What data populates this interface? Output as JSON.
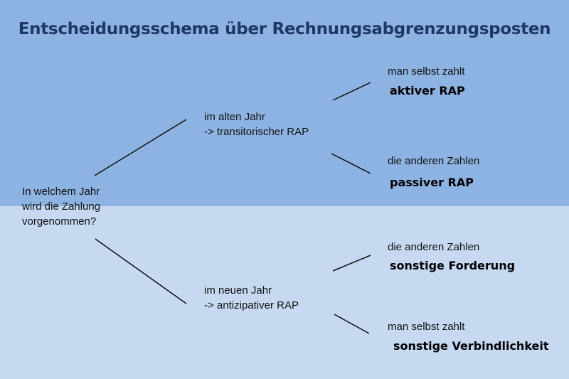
{
  "title": "Entscheidungsschema über Rechnungsabgrenzungsposten",
  "root": {
    "line1": "In welchem Jahr",
    "line2": "wird die Zahlung",
    "line3": "vorgenommen?"
  },
  "old_year": {
    "line1": "im alten Jahr",
    "line2": "-> transitorischer RAP",
    "branches": [
      {
        "condition": "man selbst zahlt",
        "result": "aktiver RAP"
      },
      {
        "condition": "die anderen Zahlen",
        "result": "passiver RAP"
      }
    ]
  },
  "new_year": {
    "line1": "im neuen Jahr",
    "line2": "-> antizipativer RAP",
    "branches": [
      {
        "condition": "die anderen Zahlen",
        "result": "sonstige Forderung"
      },
      {
        "condition": "man selbst zahlt",
        "result": "sonstige Verbindlichkeit"
      }
    ]
  },
  "colors": {
    "top_bg": "#8db3e2",
    "bottom_bg": "#c6d9f1",
    "title": "#1f3864"
  }
}
